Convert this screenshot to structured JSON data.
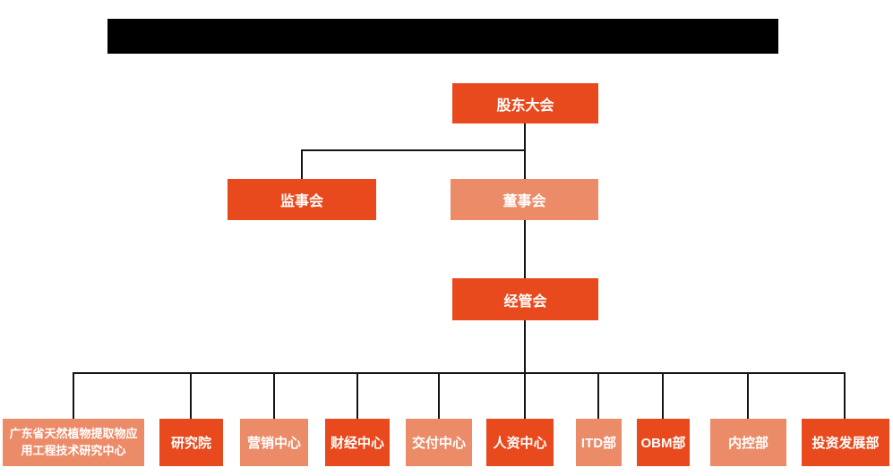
{
  "palette": {
    "primary_orange": "#e8491d",
    "secondary_orange": "#ec8b68",
    "line_color": "#141414",
    "label_text": "#ffffff",
    "redacted_bar": "#000000",
    "background": "#ffffff"
  },
  "title_bar": {
    "redacted": true,
    "label": ""
  },
  "nodes": {
    "shareholders": {
      "label": "股东大会",
      "variant": "primary"
    },
    "supervisory": {
      "label": "监事会",
      "variant": "primary"
    },
    "board": {
      "label": "董事会",
      "variant": "secondary"
    },
    "management": {
      "label": "经管会",
      "variant": "primary"
    },
    "dept1": {
      "label": "广东省天然植物提取物应用工程技术研究中心",
      "variant": "secondary"
    },
    "dept2": {
      "label": "研究院",
      "variant": "primary"
    },
    "dept3": {
      "label": "营销中心",
      "variant": "secondary"
    },
    "dept4": {
      "label": "财经中心",
      "variant": "primary"
    },
    "dept5": {
      "label": "交付中心",
      "variant": "secondary"
    },
    "dept6": {
      "label": "人资中心",
      "variant": "primary"
    },
    "dept7": {
      "label": "ITD部",
      "variant": "secondary"
    },
    "dept8": {
      "label": "OBM部",
      "variant": "primary"
    },
    "dept9": {
      "label": "内控部",
      "variant": "secondary"
    },
    "dept10": {
      "label": "投资发展部",
      "variant": "primary"
    }
  },
  "edges": [
    {
      "from": "shareholders",
      "to": "supervisory"
    },
    {
      "from": "shareholders",
      "to": "board"
    },
    {
      "from": "board",
      "to": "management"
    },
    {
      "from": "management",
      "to": "dept1"
    },
    {
      "from": "management",
      "to": "dept2"
    },
    {
      "from": "management",
      "to": "dept3"
    },
    {
      "from": "management",
      "to": "dept4"
    },
    {
      "from": "management",
      "to": "dept5"
    },
    {
      "from": "management",
      "to": "dept6"
    },
    {
      "from": "management",
      "to": "dept7"
    },
    {
      "from": "management",
      "to": "dept8"
    },
    {
      "from": "management",
      "to": "dept9"
    },
    {
      "from": "management",
      "to": "dept10"
    }
  ]
}
